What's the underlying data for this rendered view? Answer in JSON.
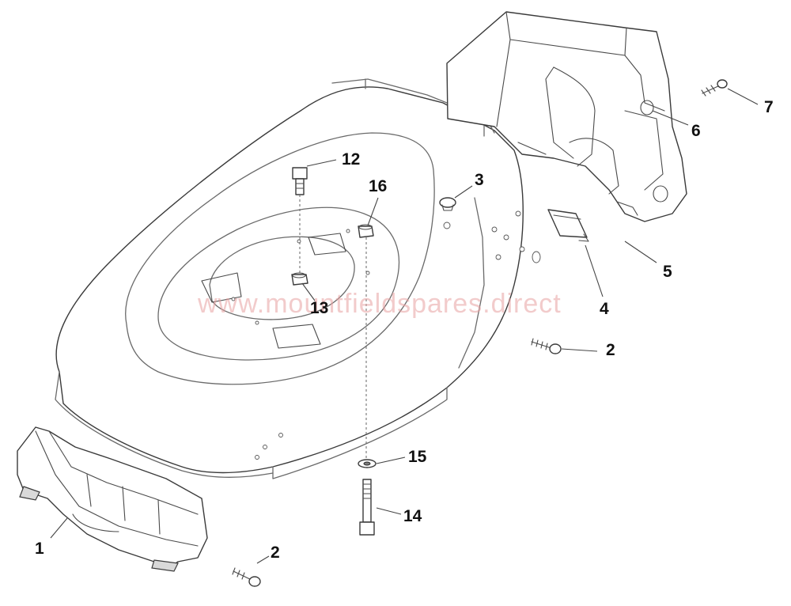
{
  "watermark": "www.mountfieldspares.direct",
  "callouts": {
    "c1": "1",
    "c2a": "2",
    "c2b": "2",
    "c3": "3",
    "c4": "4",
    "c5": "5",
    "c6": "6",
    "c7": "7",
    "c12": "12",
    "c13": "13",
    "c14": "14",
    "c15": "15",
    "c16": "16"
  }
}
